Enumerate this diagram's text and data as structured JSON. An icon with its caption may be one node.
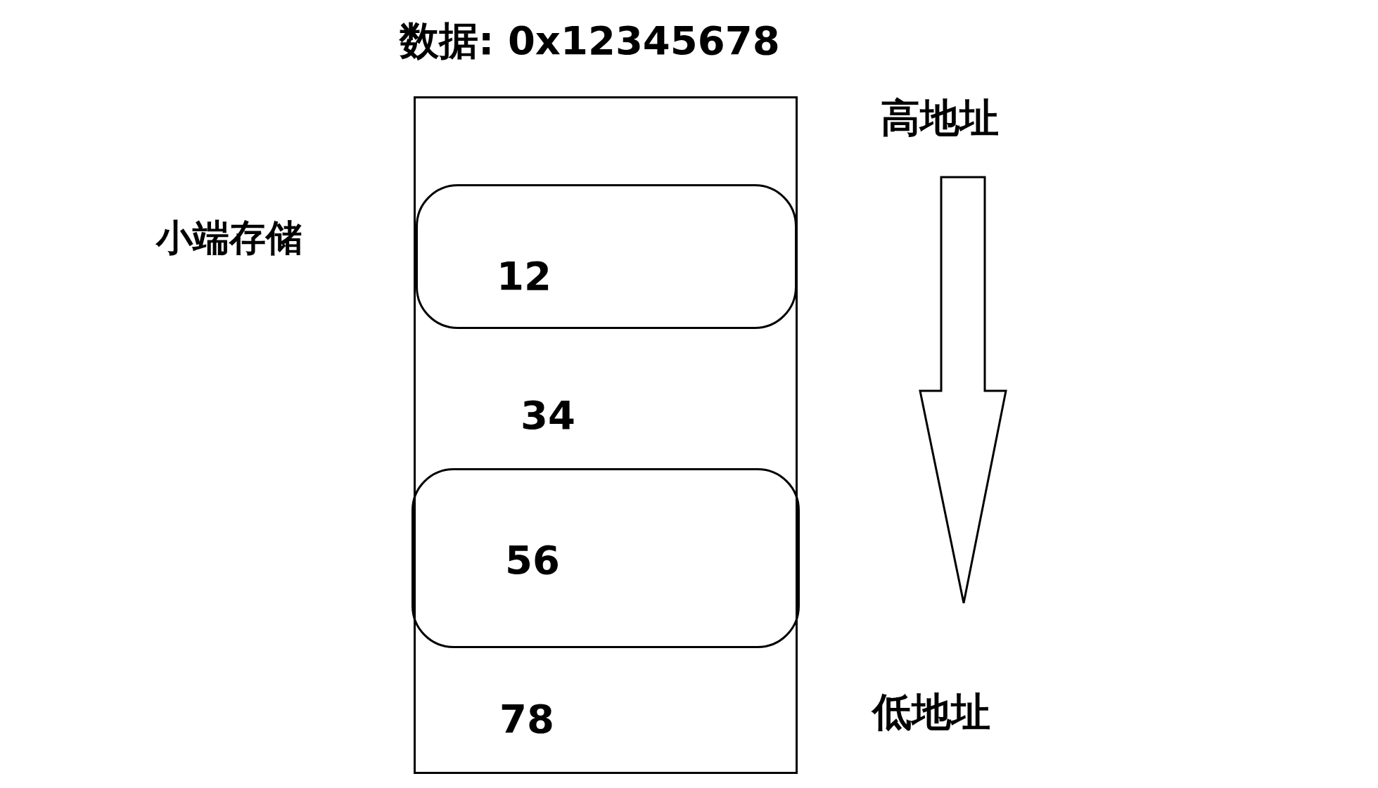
{
  "diagram": {
    "title": "数据: 0x12345678",
    "nodes": [
      {
        "text": [],
        "shape": "box"
      },
      {
        "text": [
          "12"
        ],
        "in": 0
      },
      {
        "text": [
          "56"
        ],
        "in": 0
      }
    ],
    "labels": [
      "高地址",
      "小端存储",
      "34",
      "78",
      "低地址"
    ]
  }
}
